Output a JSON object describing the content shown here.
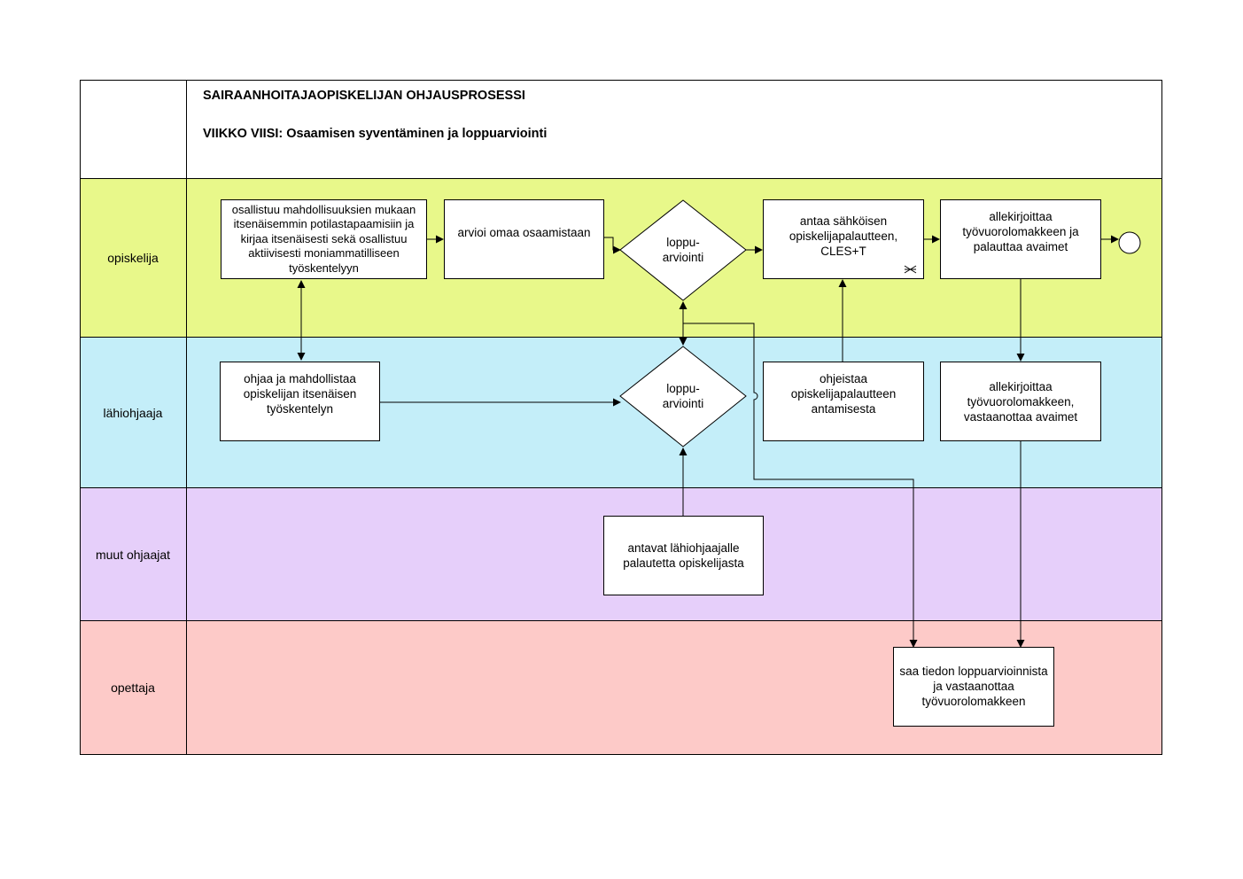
{
  "header": {
    "title": "SAIRAANHOITAJAOPISKELIJAN OHJAUSPROSESSI",
    "subtitle": "VIIKKO VIISI: Osaamisen syventäminen ja loppuarviointi"
  },
  "lanes": [
    {
      "id": "opiskelija",
      "label": "opiskelija",
      "color": "#e8f88a"
    },
    {
      "id": "lahiohjaaja",
      "label": "lähiohjaaja",
      "color": "#c4eef9"
    },
    {
      "id": "muut",
      "label": "muut ohjaajat",
      "color": "#e6cffa"
    },
    {
      "id": "opettaja",
      "label": "opettaja",
      "color": "#fdcac8"
    }
  ],
  "tasks": {
    "osallistuu": "osallistuu mahdollisuuksien mukaan itsenäisemmin potilastapaamisiin ja kirjaa itsenäisesti sekä osallistuu aktiivisesti moniammatilliseen työskentelyyn",
    "arvioi": "arvioi omaa osaamistaan",
    "antaa_palaute": "antaa sähköisen opiskelijapalautteen, CLES+T",
    "allekirjoittaa_opiskelija": "allekirjoittaa työvuorolomakkeen ja palauttaa avaimet",
    "ohjaa": "ohjaa ja mahdollistaa opiskelijan itsenäisen työskentelyn",
    "ohjeistaa": "ohjeistaa opiskelijapalautteen antamisesta",
    "allekirjoittaa_lahiohjaaja": "allekirjoittaa työvuorolomakkeen, vastaanottaa avaimet",
    "antavat": "antavat lähiohjaajalle palautetta opiskelijasta",
    "saa_tiedon": "saa tiedon loppuarvioinnista ja vastaanottaa työvuorolomakkeen"
  },
  "gateways": {
    "loppuarviointi_opiskelija": "loppu-\narviointi",
    "loppuarviointi_lahiohjaaja": "loppu-\narviointi"
  },
  "icons": {
    "end_event": "end-event-circle",
    "multi_instance": "parallel-multi-instance-icon"
  }
}
